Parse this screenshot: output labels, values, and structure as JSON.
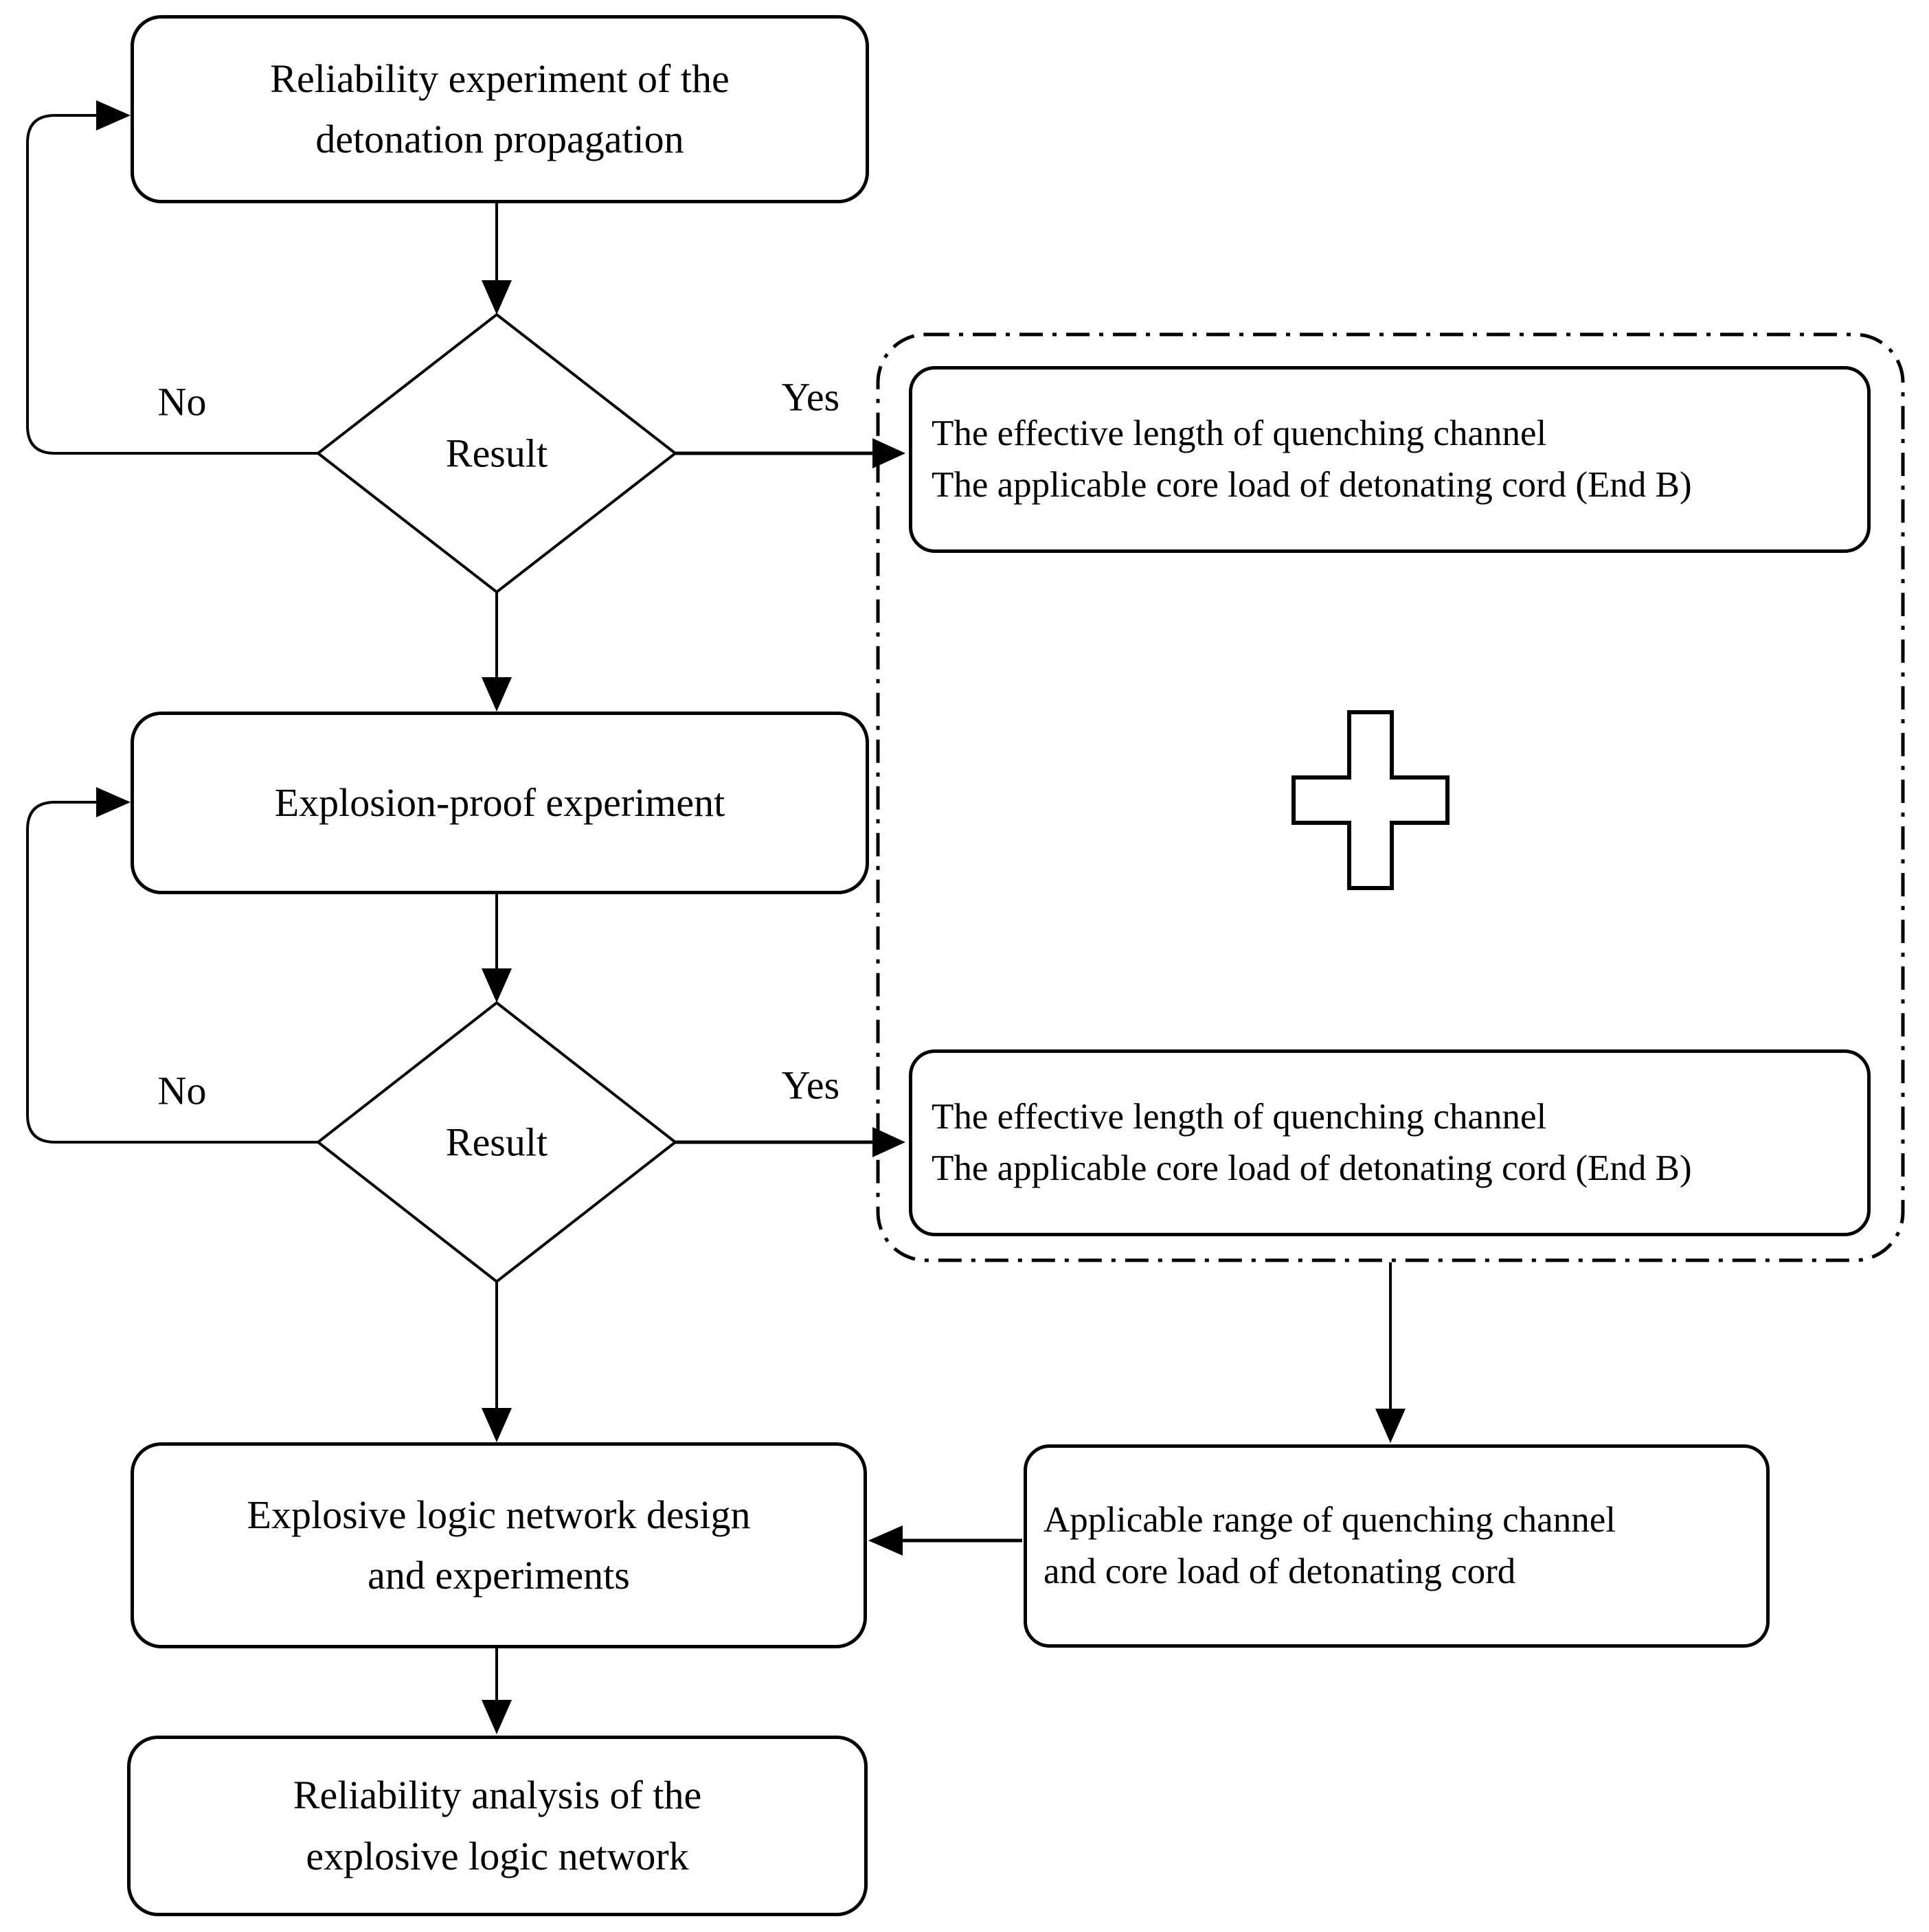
{
  "diagram": {
    "colors": {
      "stroke": "#000000",
      "background": "#ffffff"
    },
    "start_box": {
      "lines": [
        "Reliability experiment of the",
        "detonation propagation"
      ]
    },
    "decision1": {
      "label": "Result",
      "no_label": "No",
      "yes_label": "Yes"
    },
    "outcome_box1": {
      "lines": [
        "The effective length of quenching channel",
        "The applicable core load of detonating cord (End B)"
      ]
    },
    "explosion_box": {
      "label": "Explosion-proof experiment"
    },
    "decision2": {
      "label": "Result",
      "no_label": "No",
      "yes_label": "Yes"
    },
    "outcome_box2": {
      "lines": [
        "The effective length of quenching channel",
        "The applicable core load of detonating cord (End B)"
      ]
    },
    "plus_icon": "plus-combine-icon",
    "range_box": {
      "lines": [
        "Applicable range of quenching channel",
        "and core load of detonating cord"
      ]
    },
    "design_box": {
      "lines": [
        "Explosive logic network design",
        "and experiments"
      ]
    },
    "analysis_box": {
      "lines": [
        "Reliability analysis of the",
        "explosive logic network"
      ]
    }
  }
}
